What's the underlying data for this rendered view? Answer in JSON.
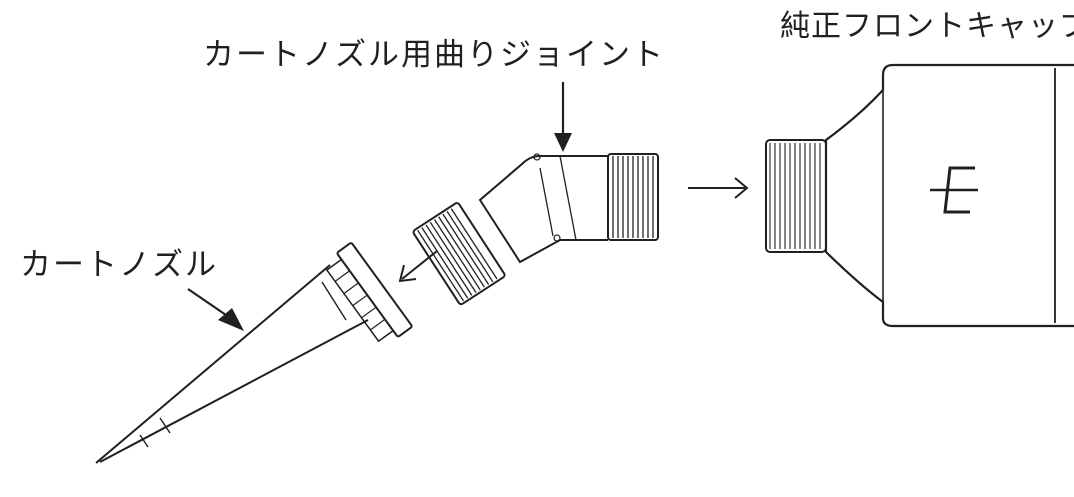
{
  "labels": {
    "joint": "カートノズル用曲りジョイント",
    "cap": "純正フロントキャップ",
    "nozzle": "カートノズル"
  },
  "colors": {
    "ink": "#231f20",
    "background": "#ffffff"
  }
}
